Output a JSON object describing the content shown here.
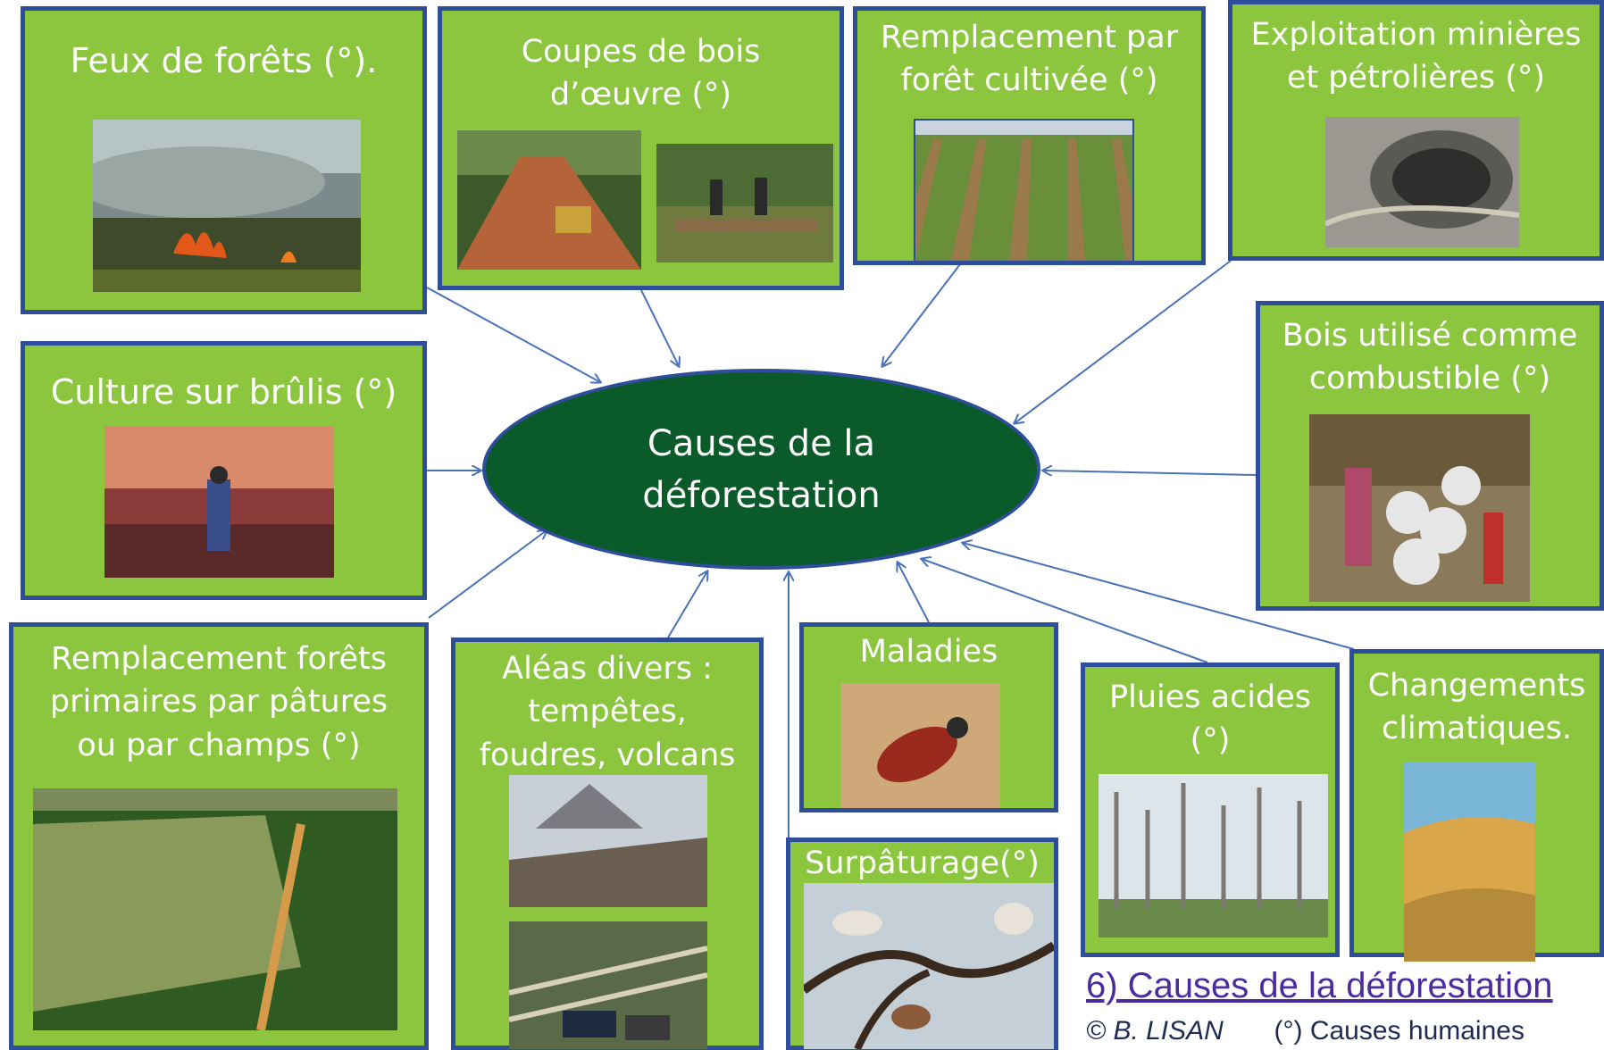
{
  "center": {
    "title": "Causes de la\ndéforestation"
  },
  "boxes": [
    {
      "id": "feux",
      "label": "Feux de forêts (°)."
    },
    {
      "id": "coupes",
      "label": "Coupes  de bois\nd’œuvre (°)"
    },
    {
      "id": "remplacement_cultivee",
      "label": "Remplacement par\nforêt cultivée (°)"
    },
    {
      "id": "exploitation",
      "label": "Exploitation minières\net pétrolières (°)"
    },
    {
      "id": "culture_brulis",
      "label": "Culture sur brûlis (°)"
    },
    {
      "id": "bois_combustible",
      "label": "Bois utilisé  comme\ncombustible (°)"
    },
    {
      "id": "remplacement_patures",
      "label": "Remplacement forêts\nprimaires  par pâtures\nou  par champs (°)"
    },
    {
      "id": "aleas",
      "label": "Aléas divers :\ntempêtes,\nfoudres,  volcans"
    },
    {
      "id": "maladies",
      "label": "Maladies"
    },
    {
      "id": "surpaturage",
      "label": "Surpâturage(°)"
    },
    {
      "id": "pluies_acides",
      "label": "Pluies acides\n(°)"
    },
    {
      "id": "changements",
      "label": "Changements\nclimatiques."
    }
  ],
  "caption": {
    "title": "6) Causes de la déforestation",
    "author": "© B. LISAN",
    "note": "(°) Causes humaines"
  },
  "colors": {
    "box_fill": "#8cc63f",
    "box_border": "#2e4d9b",
    "center_fill": "#0b5a2a",
    "arrow": "#4a72b8",
    "caption": "#4b2c9e"
  }
}
